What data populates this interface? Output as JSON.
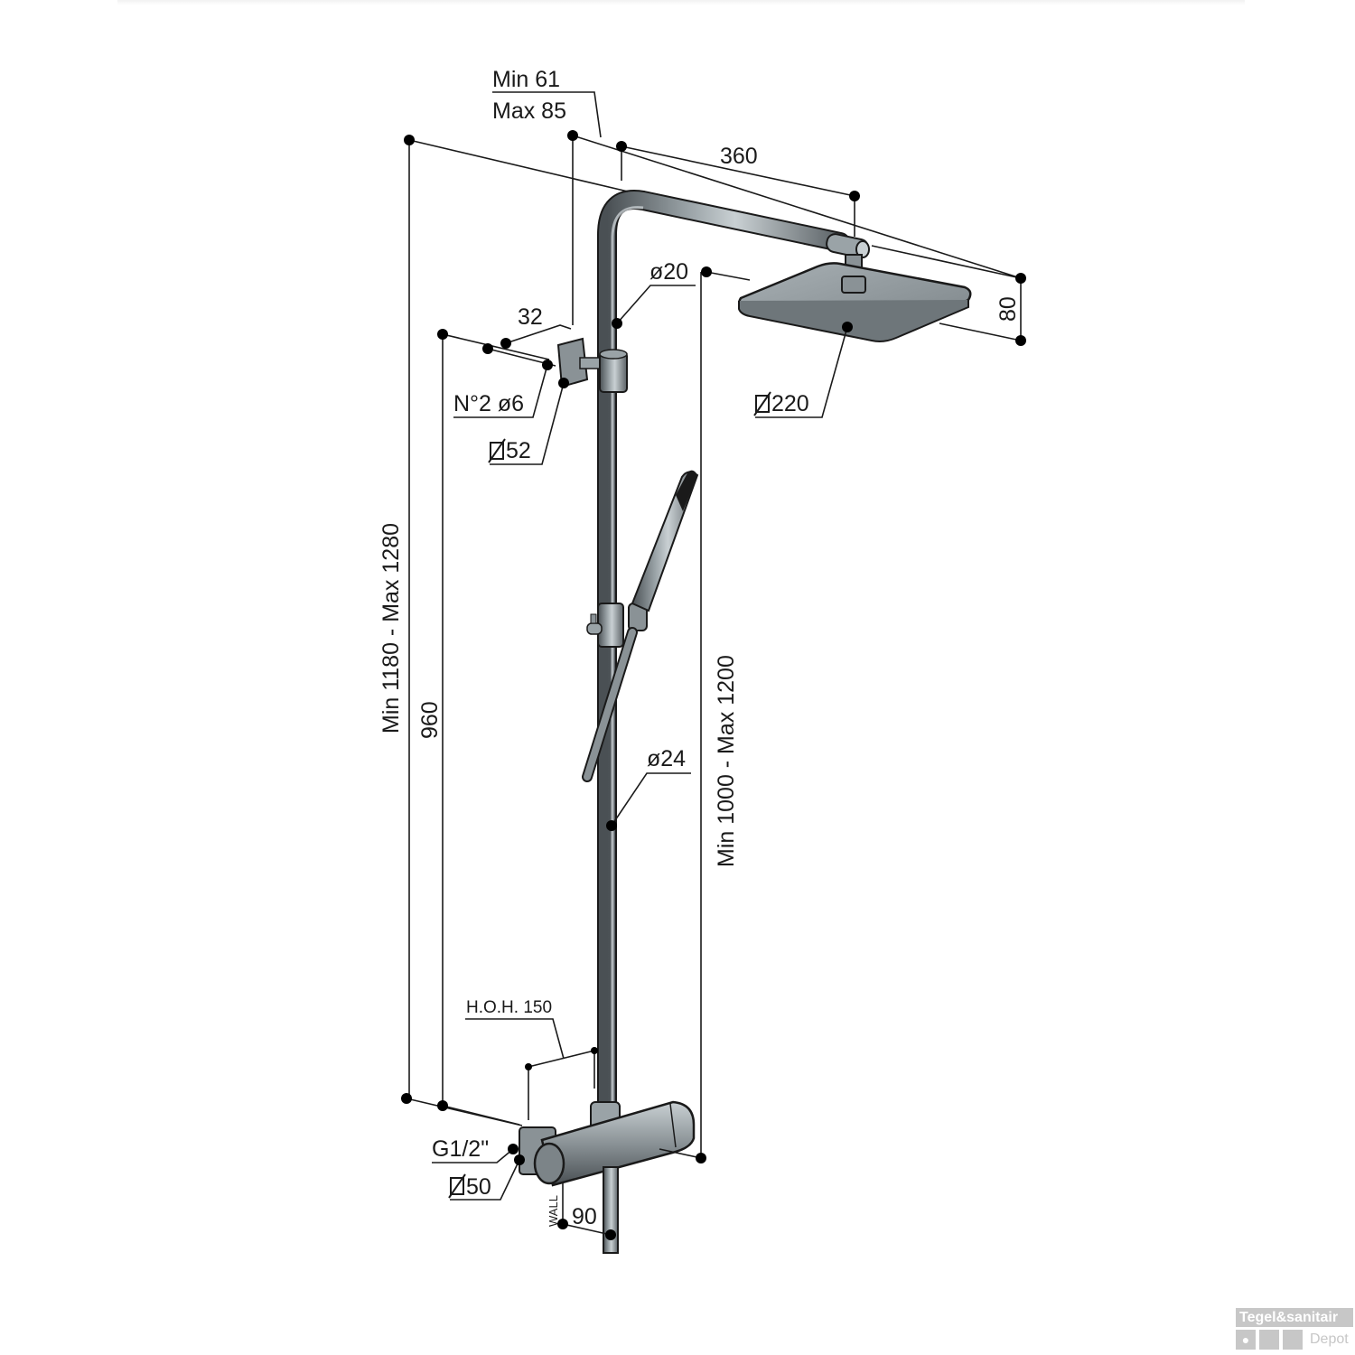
{
  "diagram": {
    "subject": "Thermostatic shower column with square rain shower head and hand shower",
    "colors": {
      "pipe_fill": "#8a9296",
      "pipe_dark": "#4a5054",
      "pipe_light": "#c9d0d3",
      "line": "#1a1a1a",
      "background": "#ffffff"
    },
    "dimensions": {
      "arm_offset_min": "Min 61",
      "arm_offset_max": "Max 85",
      "arm_length": "360",
      "head_height": "80",
      "upper_pipe_diameter": "ø20",
      "head_size": "220",
      "bracket_depth": "32",
      "screws": "N°2 ø6",
      "bracket_diameter": "52",
      "total_height": "Min 1180 - Max 1280",
      "bracket_height": "960",
      "head_to_valve": "Min 1000 - Max 1200",
      "lower_pipe_diameter": "ø24",
      "hoh": "H.O.H. 150",
      "connection": "G1/2\"",
      "valve_diameter": "50",
      "wall_label": "WALL",
      "wall_distance": "90"
    },
    "symbols": {
      "square_diameter": "◻"
    }
  },
  "watermark": {
    "brand_top": "Tegel&sanitair",
    "brand_bottom": "Depot",
    "drop_icon": "💧"
  }
}
